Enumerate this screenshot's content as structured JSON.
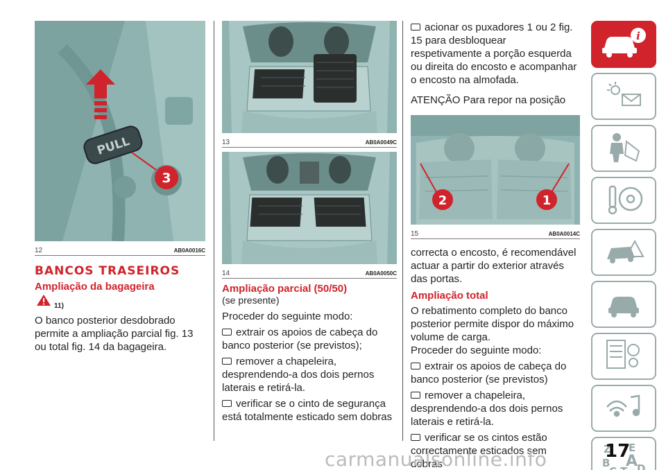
{
  "figures": {
    "fig12": {
      "number": "12",
      "code": "AB0A0016C",
      "pull_label": "PULL",
      "callout": "3"
    },
    "fig13": {
      "number": "13",
      "code": "AB0A0049C"
    },
    "fig14": {
      "number": "14",
      "code": "AB0A0050C"
    },
    "fig15": {
      "number": "15",
      "code": "AB0A0014C",
      "callout_left": "2",
      "callout_right": "1"
    }
  },
  "col1": {
    "heading": "BANCOS TRASEIROS",
    "subheading": "Ampliação da bagageira",
    "warning_ref": "11)",
    "body": "O banco posterior desdobrado permite a ampliação parcial fig. 13 ou total fig. 14 da bagageira."
  },
  "col2": {
    "subheading": "Ampliação parcial (50/50)",
    "note": "(se presente)",
    "intro": "Proceder do seguinte modo:",
    "items": [
      "extrair os apoios de cabeça do banco posterior (se previstos);",
      "remover a chapeleira, desprendendo-a dos dois pernos laterais e retirá-la.",
      "verificar se o cinto de segurança está totalmente esticado sem dobras"
    ]
  },
  "col3": {
    "item_cont": "acionar os puxadores 1 ou 2 fig. 15 para desbloquear respetivamente a porção esquerda ou direita do encosto e acompanhar o encosto na almofada.",
    "attention": "ATENÇÃO Para repor na posição",
    "attention_cont": "correcta o encosto, é recomendável actuar a partir do exterior através das portas.",
    "subheading": "Ampliação total",
    "body1": "O rebatimento completo do banco posterior permite dispor do máximo volume de carga.",
    "intro": "Proceder do seguinte modo:",
    "items": [
      "extrair os apoios de cabeça do banco posterior (se previstos)",
      "remover a chapeleira, desprendendo-a dos dois pernos laterais e retirá-la.",
      "verificar se os cintos estão correctamente esticados sem dobras"
    ]
  },
  "sidebar": {
    "tabs": [
      {
        "icon": "car-info-icon",
        "active": true
      },
      {
        "icon": "dashboard-warning-lights-icon",
        "active": false
      },
      {
        "icon": "airbag-safety-icon",
        "active": false
      },
      {
        "icon": "key-steering-wheel-icon",
        "active": false
      },
      {
        "icon": "emergency-car-icon",
        "active": false
      },
      {
        "icon": "car-maintenance-icon",
        "active": false
      },
      {
        "icon": "technical-data-gears-icon",
        "active": false
      },
      {
        "icon": "multimedia-icon",
        "active": false
      },
      {
        "icon": "alphabetical-index-icon",
        "active": false
      }
    ],
    "index_letters": [
      "Z",
      "E",
      "A",
      "B",
      "C",
      "T",
      "D"
    ]
  },
  "page_number": "17",
  "watermark": "carmanualsonline.info",
  "colors": {
    "accent_red": "#d0232b",
    "figure_teal": "#8fb3b0"
  }
}
